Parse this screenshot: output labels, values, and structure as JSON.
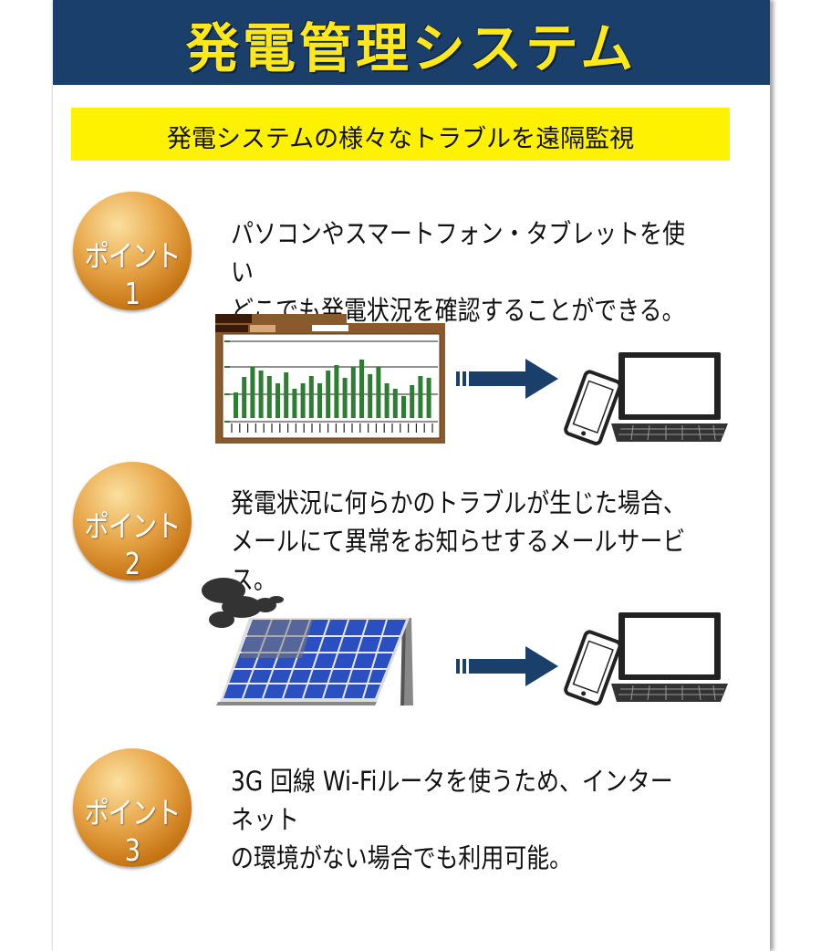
{
  "header": {
    "title": "発電管理システム"
  },
  "subtitle": "発電システムの様々なトラブルを遠隔監視",
  "points": [
    {
      "badge": "ポイント1",
      "line1": "パソコンやスマートフォン・タブレットを使い",
      "line2": "どこでも発電状況を確認することができる。"
    },
    {
      "badge": "ポイント2",
      "line1": "発電状況に何らかのトラブルが生じた場合、",
      "line2": "メールにて異常をお知らせするメールサービス。"
    },
    {
      "badge": "ポイント3",
      "line1": "3G 回線 Wi-Fiルータを使うため、インターネット",
      "line2": "の環境がない場合でも利用可能。"
    }
  ],
  "colors": {
    "header": "#1b3f6b",
    "title": "#ffe81a",
    "subbar": "#fff200",
    "bars": "#2e7d32",
    "arrow": "#1b3f6b",
    "panel_cell": "#2a4fc0"
  },
  "icons": [
    "bar-chart-monitor",
    "arrow-right-icon",
    "smartphone-icon",
    "laptop-icon",
    "solar-panel-icon",
    "smoke-icon"
  ]
}
